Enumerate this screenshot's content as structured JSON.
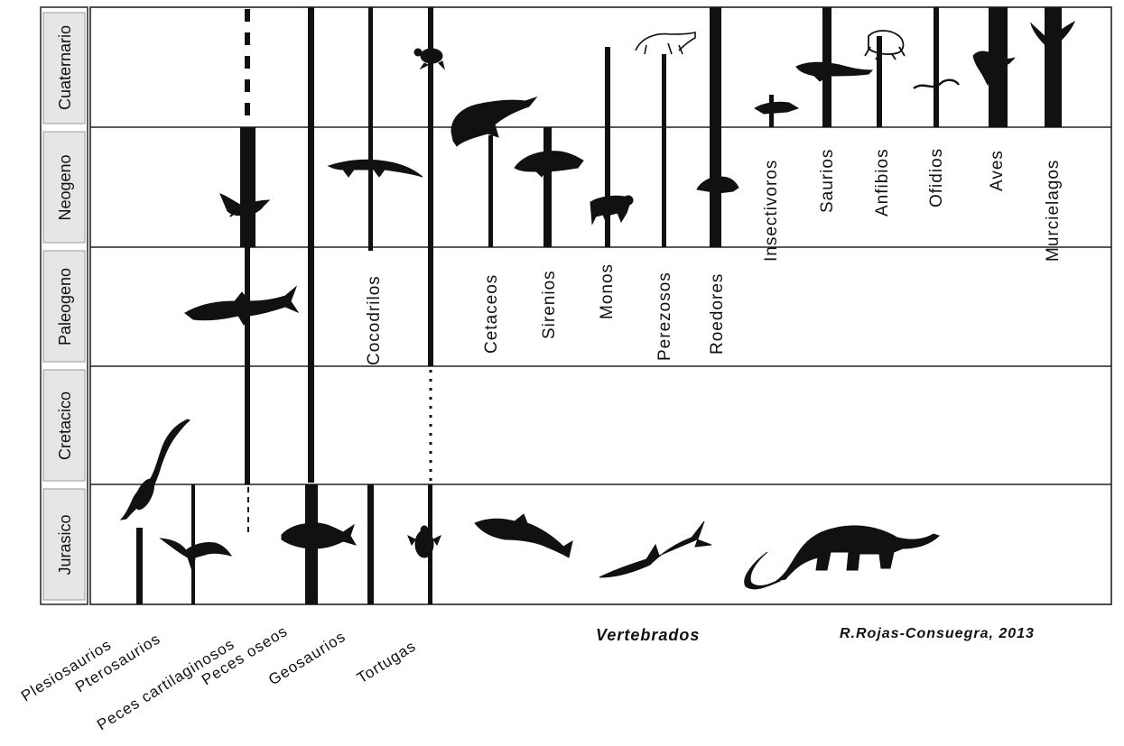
{
  "periods": [
    {
      "key": "cuaternario",
      "label": "Cuaternario"
    },
    {
      "key": "neogeno",
      "label": "Neogeno"
    },
    {
      "key": "paleogeno",
      "label": "Paleogeno"
    },
    {
      "key": "cretacico",
      "label": "Cretacico"
    },
    {
      "key": "jurasico",
      "label": "Jurasico"
    }
  ],
  "groups_vertical": {
    "cocodrilos": "Cocodrilos",
    "cetaceos": "Cetaceos",
    "sirenios": "Sirenios",
    "monos": "Monos",
    "perezosos": "Perezosos",
    "roedores": "Roedores",
    "insectivoros": "Insectivoros",
    "saurios": "Saurios",
    "anfibios": "Anfibios",
    "ofidios": "Ofidios",
    "aves": "Aves",
    "murcielagos": "Murcielagos"
  },
  "groups_bottom": {
    "plesiosaurios": "Plesiosaurios",
    "pterosaurios": "Pterosaurios",
    "peces_cartilaginosos": "Peces cartilaginosos",
    "peces_oseos": "Peces oseos",
    "geosaurios": "Geosaurios",
    "tortugas": "Tortugas"
  },
  "footer": {
    "title": "Vertebrados",
    "credit": "R.Rojas-Consuegra, 2013"
  },
  "icons": [
    "plesiosaur-icon",
    "pterosaur-icon",
    "shark-icon",
    "ray-icon",
    "bony-fish-icon",
    "turtle-icon",
    "ichthyosaur-icon",
    "geosaur-icon",
    "sauropod-icon",
    "crocodile-icon",
    "dolphin-icon",
    "manatee-icon",
    "monkey-icon",
    "sloth-icon",
    "rodent-icon",
    "insectivore-icon",
    "lizard-icon",
    "frog-icon",
    "snake-icon",
    "bird-icon",
    "bat-icon"
  ]
}
